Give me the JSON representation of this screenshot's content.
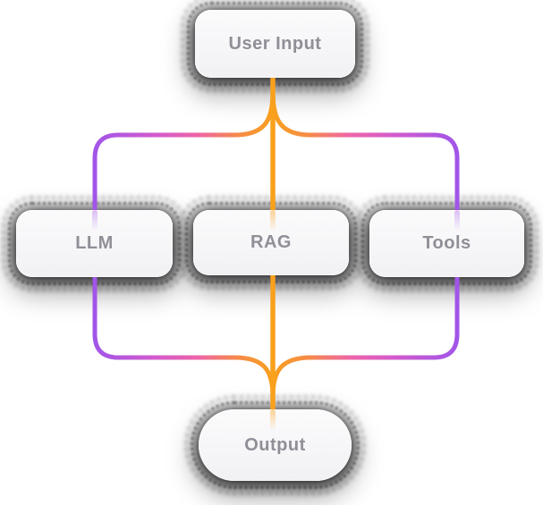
{
  "canvas": {
    "background": "#ffffff"
  },
  "diagram": {
    "type": "flowchart",
    "nodes": [
      {
        "id": "user-input",
        "label": "User Input",
        "shape": "rounded-rect"
      },
      {
        "id": "llm",
        "label": "LLM",
        "shape": "rounded-rect"
      },
      {
        "id": "rag",
        "label": "RAG",
        "shape": "rounded-rect"
      },
      {
        "id": "tools",
        "label": "Tools",
        "shape": "rounded-rect"
      },
      {
        "id": "output",
        "label": "Output",
        "shape": "pill"
      }
    ],
    "edges": [
      {
        "from": "user-input",
        "to": "llm",
        "style": "orange-to-purple-gradient"
      },
      {
        "from": "user-input",
        "to": "rag",
        "style": "orange"
      },
      {
        "from": "user-input",
        "to": "tools",
        "style": "orange-to-purple-gradient"
      },
      {
        "from": "llm",
        "to": "output",
        "style": "purple-to-orange-gradient"
      },
      {
        "from": "rag",
        "to": "output",
        "style": "orange"
      },
      {
        "from": "tools",
        "to": "output",
        "style": "purple-to-orange-gradient"
      }
    ],
    "colors": {
      "edge_orange": "#F9A01D",
      "edge_salmon": "#F58A4A",
      "edge_pink": "#ED65A8",
      "edge_magenta": "#D45BCC",
      "edge_purple": "#A155E8",
      "node_background": "#F7F7F9",
      "node_text": "#8F8F97",
      "shadow": "#0A0A0C"
    }
  }
}
